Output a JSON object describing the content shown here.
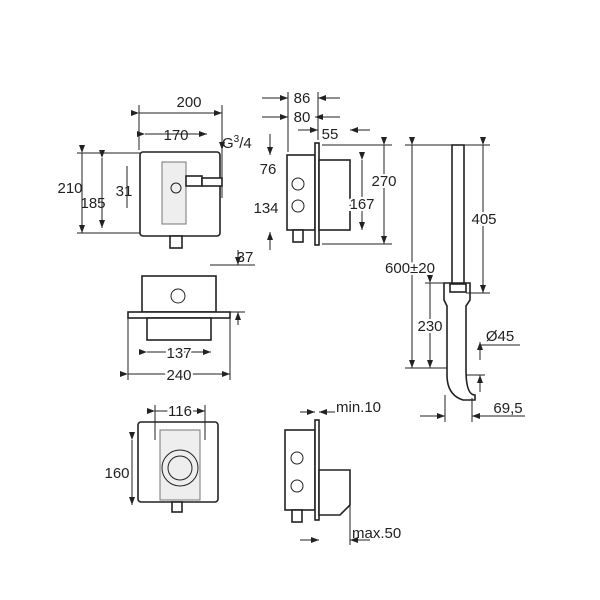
{
  "front_view": {
    "width_outer": "200",
    "width_inner": "170",
    "height_outer": "210",
    "height_inner": "185",
    "offset": "31",
    "thread": "G",
    "thread_sup": "3",
    "thread_sub": "/4"
  },
  "side_view": {
    "depth_total": "86",
    "depth_box": "80",
    "depth_rear": "55",
    "height_plate": "270",
    "height_rear": "167",
    "hole_upper": "76",
    "hole_lower": "134"
  },
  "pipe": {
    "length_total": "600±20",
    "upper": "405",
    "lower": "230",
    "diameter": "Ø45",
    "offset": "69,5"
  },
  "top_view": {
    "depth": "37",
    "width_inner": "137",
    "width_outer": "240"
  },
  "front_view_2": {
    "width": "116",
    "height": "160"
  },
  "side_view_2": {
    "min": "min.10",
    "max": "max.50"
  }
}
